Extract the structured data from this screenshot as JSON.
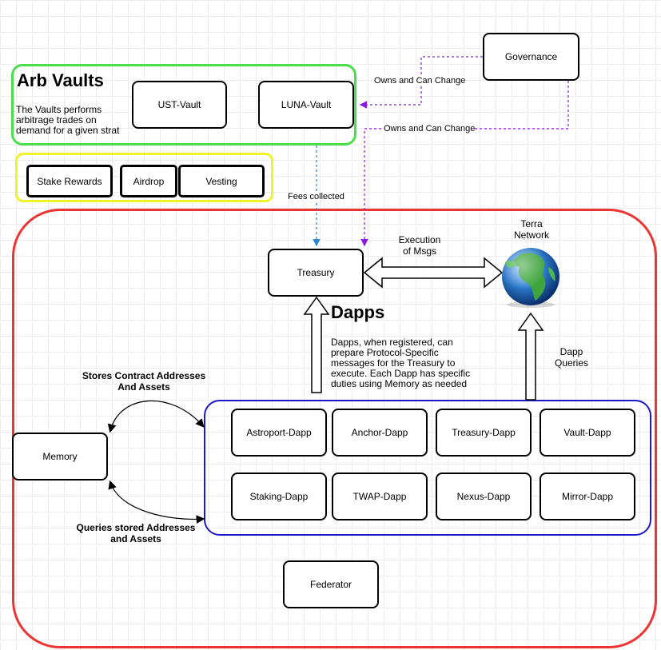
{
  "arb_vaults": {
    "title": "Arb Vaults",
    "description": "The Vaults performs arbitrage trades on demand for a given strat",
    "ust_vault": "UST-Vault",
    "luna_vault": "LUNA-Vault"
  },
  "rewards": {
    "stake_rewards": "Stake Rewards",
    "airdrop": "Airdrop",
    "vesting": "Vesting"
  },
  "governance": "Governance",
  "edges": {
    "owns_change_1": "Owns and Can Change",
    "owns_change_2": "Owns and Can Change",
    "fees_collected": "Fees collected",
    "execution_msgs": "Execution\nof Msgs",
    "dapp_queries": "Dapp\nQueries",
    "stores_contract": "Stores Contract Addresses\nAnd Assets",
    "queries_stored": "Queries stored Addresses\nand Assets"
  },
  "treasury": "Treasury",
  "terra_network": "Terra\nNetwork",
  "dapps": {
    "title": "Dapps",
    "description": "Dapps, when registered, can prepare Protocol-Specific messages for the Treasury to execute. Each Dapp has specific duties using Memory as needed",
    "items": [
      "Astroport-Dapp",
      "Anchor-Dapp",
      "Treasury-Dapp",
      "Vault-Dapp",
      "Staking-Dapp",
      "TWAP-Dapp",
      "Nexus-Dapp",
      "Mirror-Dapp"
    ]
  },
  "memory": "Memory",
  "federator": "Federator",
  "colors": {
    "arb_group": "#4cdd4c",
    "rewards_group": "#f2f22a",
    "main_group": "#ee3333",
    "dapps_group": "#1a1acc",
    "fees_arrow": "#2a84d2",
    "owns_arrow": "#8a1ae0"
  }
}
